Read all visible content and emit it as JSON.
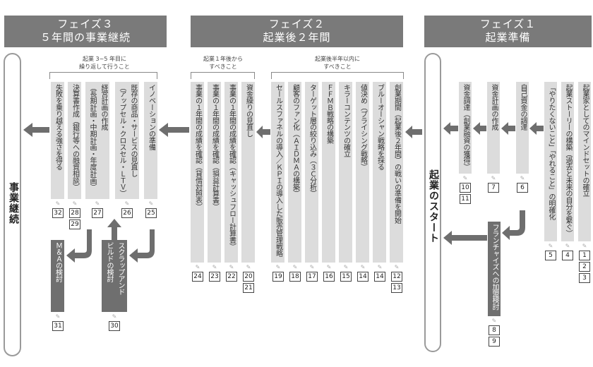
{
  "phases": [
    {
      "id": "phase3",
      "title": "フェイズ３",
      "subtitle": "５年間の事業継続"
    },
    {
      "id": "phase2",
      "title": "フェイズ２",
      "subtitle": "起業後２年間"
    },
    {
      "id": "phase1",
      "title": "フェイズ１",
      "subtitle": "起業準備"
    }
  ],
  "milestones": {
    "continuation": "事業継続",
    "start": "起業のスタート"
  },
  "notes": {
    "phase3_repeat": [
      "起業 3~5 年目に",
      "繰り返して行うこと"
    ],
    "phase2_after1y": [
      "起業１年後から",
      "すべきこと"
    ],
    "phase2_within6m": [
      "起業後半年以内に",
      "すべきこと"
    ]
  },
  "pin_icon": "pencil-pointer-icon",
  "phase1_items": [
    {
      "text": "起業家としてのマインドセットの確立",
      "nums": [
        "1",
        "2",
        "3"
      ]
    },
    {
      "text": "起業ストーリーの構築（過去と未来の自分を繋ぐ）",
      "nums": [
        "4"
      ]
    },
    {
      "text": "「やりたくないこと」「やれること」の明確化",
      "nums": [
        "5"
      ]
    },
    {
      "text": "自己資金の調達",
      "nums": [
        "6"
      ]
    },
    {
      "text": "資金計画の作成",
      "nums": [
        "7"
      ]
    },
    {
      "text": "資金調達（創業融資の獲得）",
      "nums": [
        "10",
        "11"
      ]
    }
  ],
  "phase1_branch": {
    "text": "フランチャイズへの加盟検討",
    "nums": [
      "8",
      "9"
    ]
  },
  "phase2_within6m_items": [
    {
      "text": "創業期間（起業後２年間）の戦いの準備を開始",
      "nums": [
        "12",
        "13"
      ]
    },
    {
      "text": "ブルーオーシャン戦略を採る",
      "nums": [
        "14"
      ]
    },
    {
      "text": "値決め（プライシング戦略）",
      "nums": [
        "14"
      ]
    },
    {
      "text": "キラーコンテンツの確立",
      "nums": [
        "15"
      ]
    },
    {
      "text": "ＦＦＭＢ戦略の構築",
      "nums": [
        "16"
      ]
    },
    {
      "text": "ターゲット層の絞り込み（３Ｃ分析）",
      "nums": [
        "17"
      ]
    },
    {
      "text": "顧客のファン化（ＡＩＤＭＡの構築）",
      "nums": [
        "18"
      ]
    },
    {
      "text": "セールスファネルの導入／ＫＰＩの導入した販売管理戦略",
      "nums": [
        "19"
      ]
    }
  ],
  "phase2_after1y_items": [
    {
      "text": "資金繰りの見直し",
      "nums": [
        "20",
        "21"
      ]
    },
    {
      "text": "事業の１年間の成績を確認（キャッシュフロー計算書）",
      "nums": [
        "22"
      ]
    },
    {
      "text": "事業の１年間の成績を確認（損益計算書）",
      "nums": [
        "23"
      ]
    },
    {
      "text": "事業の１年間の成績を確認（貸借対照表）",
      "nums": [
        "24"
      ]
    }
  ],
  "phase3_items": [
    {
      "text": "イノベーションの準備",
      "nums": [
        "25"
      ]
    },
    {
      "lines": [
        "既存の商品・サービスの見直し",
        "（アップセル・クロスセル・ＬＴＶ）"
      ],
      "nums": [
        "26"
      ]
    },
    {
      "lines": [
        "経営計画の作成",
        "（長期計画・中期計画・年度計画）"
      ],
      "nums": [
        "27"
      ]
    },
    {
      "text": "決算書作成（銀行等への融資相談）",
      "nums": [
        "28",
        "29"
      ]
    },
    {
      "text": "失敗を乗り越える強さを得る",
      "nums": [
        "32"
      ]
    }
  ],
  "phase3_branches": [
    {
      "lines": [
        "スクラップアンド",
        "ビルドの検討"
      ],
      "nums": [
        "30"
      ]
    },
    {
      "text": "Ｍ＆Ａの検討",
      "nums": [
        "31"
      ]
    }
  ],
  "colors": {
    "header": "#7a7a7a",
    "column": "#dcdcdc",
    "dark_column": "#6f6f6f",
    "arrow": "#6e6e6e",
    "pill_border": "#9a9a9a"
  }
}
